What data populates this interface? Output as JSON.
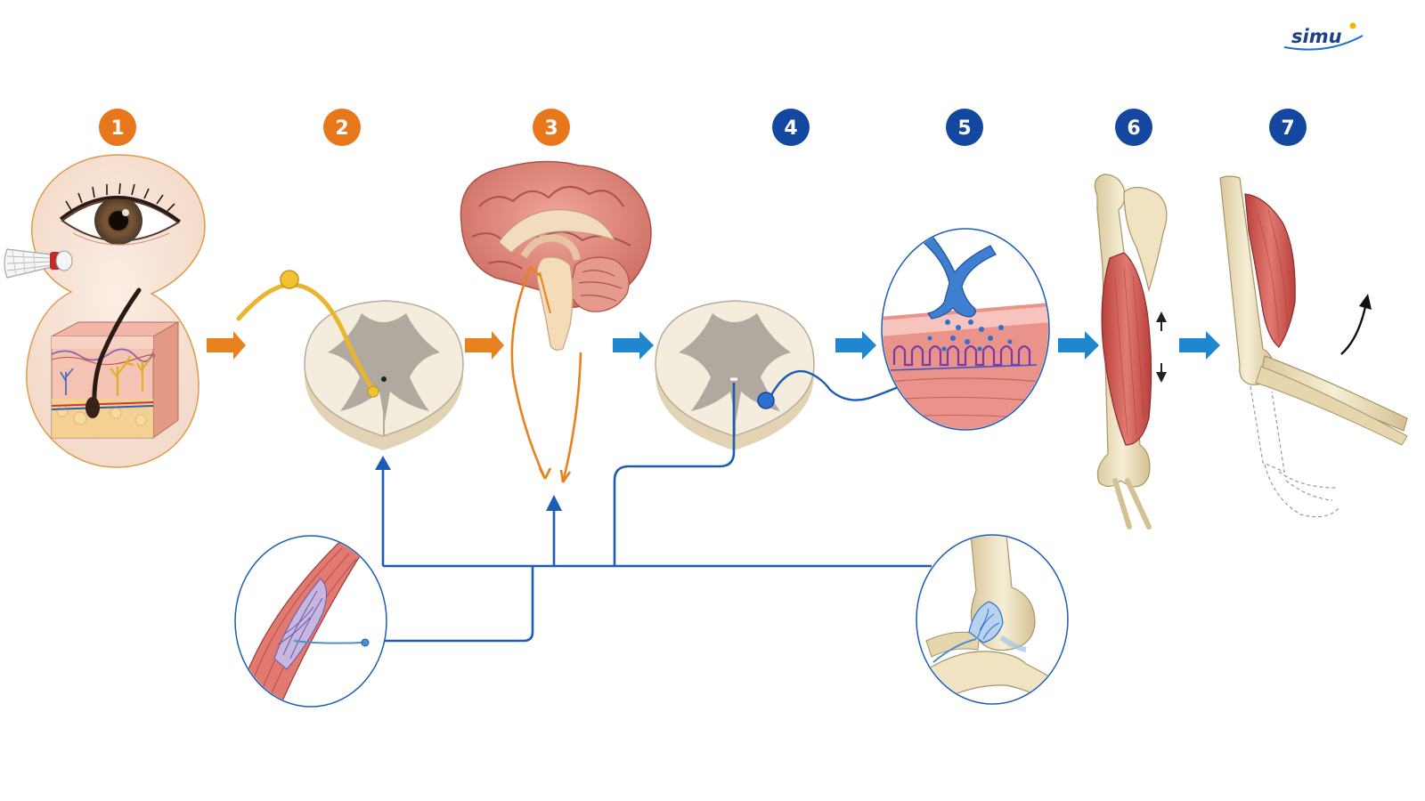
{
  "logo": {
    "text": "simu",
    "color": "#1f3f8a",
    "dot_color": "#f2b400"
  },
  "colors": {
    "afferent": "#e8821e",
    "efferent_light": "#1f86d0",
    "feedback": "#1d5cb5",
    "badge_orange": "#e8761a",
    "badge_blue": "#1447a0",
    "tissue": "#e27a72",
    "bone": "#efe3c2",
    "cord_white": "#f4ecdc",
    "cord_grey": "#a49d95"
  },
  "steps": [
    {
      "number": "1",
      "icon": "eye-and-skin-receptor-icon",
      "color": "#e8761a"
    },
    {
      "number": "2",
      "icon": "spinal-cord-sensory-neuron-icon",
      "color": "#e8761a"
    },
    {
      "number": "3",
      "icon": "brain-icon",
      "color": "#e8761a"
    },
    {
      "number": "4",
      "icon": "spinal-cord-motor-neuron-icon",
      "color": "#1447a0"
    },
    {
      "number": "5",
      "icon": "neuromuscular-junction-icon",
      "color": "#1447a0"
    },
    {
      "number": "6",
      "icon": "arm-muscle-contraction-icon",
      "color": "#1447a0"
    },
    {
      "number": "7",
      "icon": "forearm-movement-icon",
      "color": "#1447a0"
    }
  ],
  "feedback": {
    "left_icon": "muscle-spindle-icon",
    "right_icon": "joint-receptor-icon"
  }
}
